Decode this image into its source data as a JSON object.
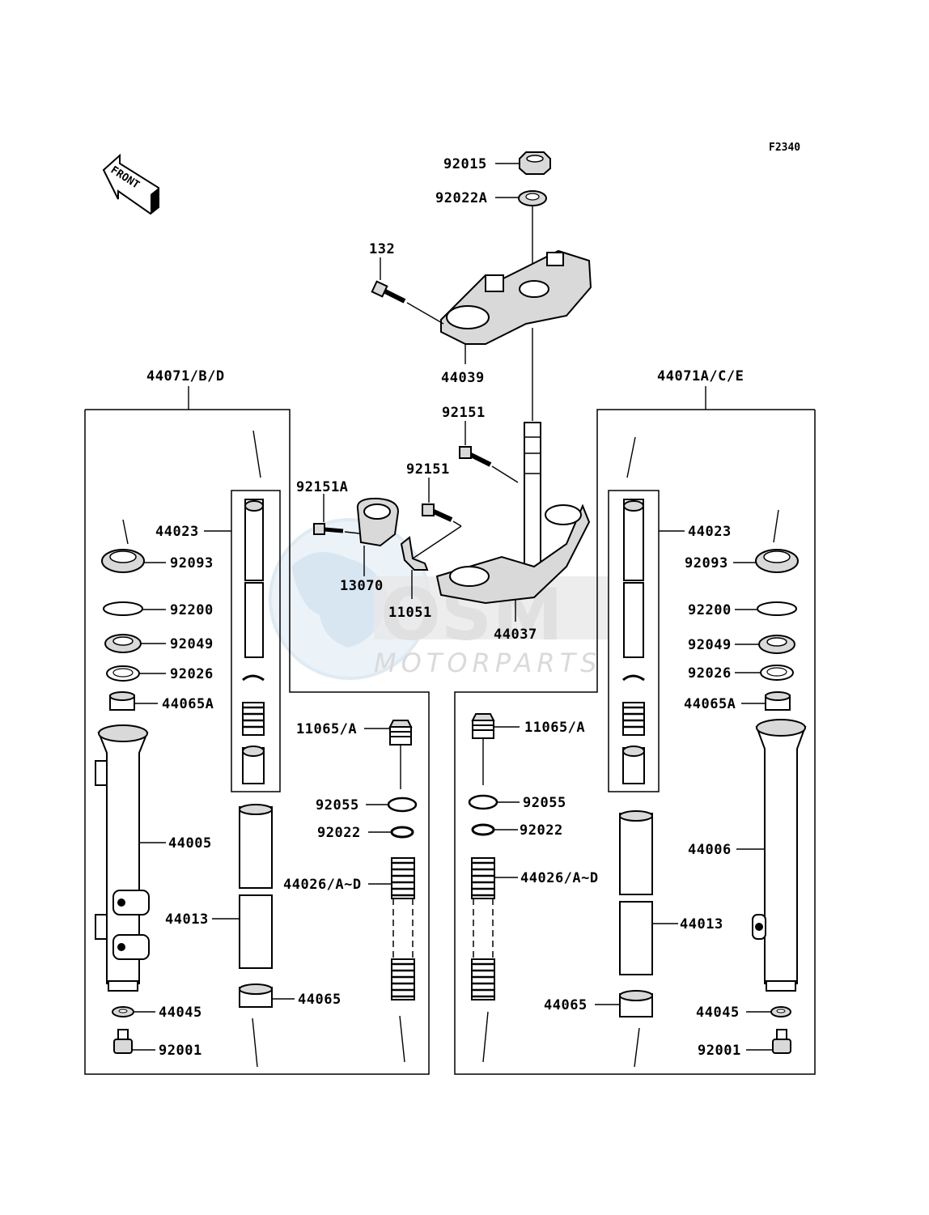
{
  "diagram_code": "F2340",
  "front_label": "FRONT",
  "watermark": {
    "brand": "OSM",
    "sub": "MOTORPARTS"
  },
  "assemblies": {
    "left": "44071/B/D",
    "right": "44071A/C/E"
  },
  "parts": {
    "p92015": "92015",
    "p92022A": "92022A",
    "p132": "132",
    "p44039": "44039",
    "p92151_top": "92151",
    "p92151_mid": "92151",
    "p92151A": "92151A",
    "p13070": "13070",
    "p11051": "11051",
    "p44037": "44037",
    "l44023": "44023",
    "l92093": "92093",
    "l92200": "92200",
    "l92049": "92049",
    "l92026": "92026",
    "l44065A": "44065A",
    "l44005": "44005",
    "l44013": "44013",
    "l44045": "44045",
    "l92001": "92001",
    "l44065": "44065",
    "l11065": "11065/A",
    "l92055": "92055",
    "l92022": "92022",
    "l44026": "44026/A~D",
    "r44023": "44023",
    "r92093": "92093",
    "r92200": "92200",
    "r92049": "92049",
    "r92026": "92026",
    "r44065A": "44065A",
    "r44006": "44006",
    "r44013": "44013",
    "r44045": "44045",
    "r92001": "92001",
    "r44065": "44065",
    "r11065": "11065/A",
    "r92055": "92055",
    "r92022": "92022",
    "r44026": "44026/A~D"
  }
}
